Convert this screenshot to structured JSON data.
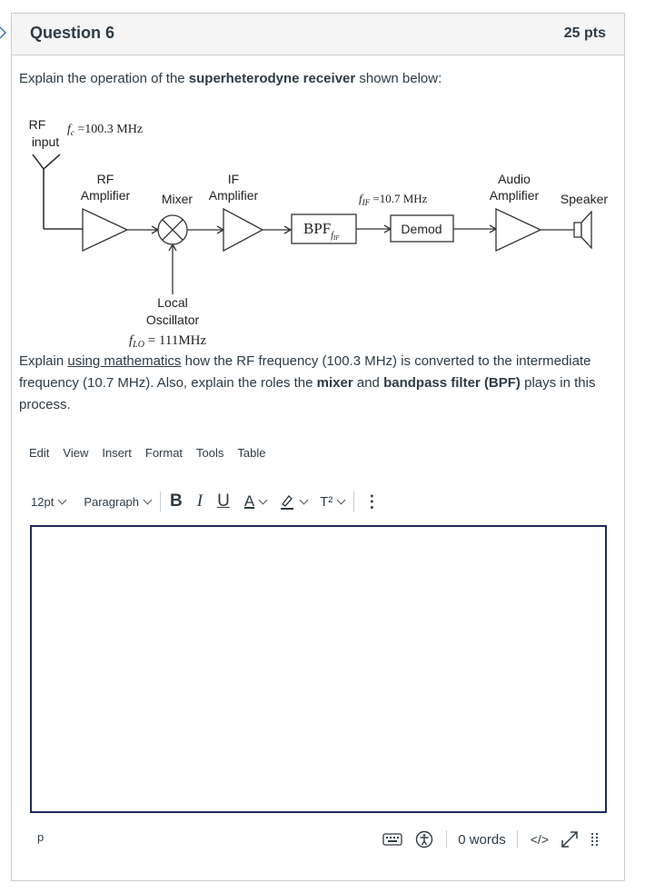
{
  "question": {
    "title": "Question 6",
    "points": "25 pts",
    "prompt_pre": "Explain the operation of the ",
    "prompt_bold": "superheterodyne receiver",
    "prompt_post": " shown below:",
    "p2_a": "Explain ",
    "p2_link": "using mathematics",
    "p2_b": " how the RF frequency (100.3 MHz) is converted to the intermediate frequency (10.7 MHz). Also, explain the roles the ",
    "p2_mixer": "mixer",
    "p2_c": " and ",
    "p2_bpf": "bandpass filter (BPF)",
    "p2_d": " plays in this process."
  },
  "diagram": {
    "rf_input_line1": "RF",
    "rf_input_line2": "input",
    "fc_label": "f",
    "fc_sub": "c",
    "fc_value": " =100.3 MHz",
    "rf_amp_line1": "RF",
    "rf_amp_line2": "Amplifier",
    "mixer": "Mixer",
    "if_amp_line1": "IF",
    "if_amp_line2": "Amplifier",
    "bpf": "BPF",
    "bpf_sub": "f",
    "bpf_subsub": "IF",
    "fif_label": "f",
    "fif_sub": "IF",
    "fif_value": " =10.7 MHz",
    "demod": "Demod",
    "audio_line1": "Audio",
    "audio_line2": "Amplifier",
    "speaker": "Speaker",
    "lo_line1": "Local",
    "lo_line2": "Oscillator",
    "flo_label": "f",
    "flo_sub": "LO",
    "flo_value": " = 111MHz"
  },
  "editor": {
    "menu": [
      "Edit",
      "View",
      "Insert",
      "Format",
      "Tools",
      "Table"
    ],
    "font_size": "12pt",
    "block_format": "Paragraph",
    "bold": "B",
    "italic": "I",
    "underline": "U",
    "text_color": "A",
    "superscript": "T²",
    "more": "⋮",
    "path": "p",
    "word_count": "0 words",
    "html_toggle": "</>"
  },
  "colors": {
    "accent": "#1f2c57",
    "border": "#c7cdd1",
    "header_bg": "#f5f5f5",
    "text": "#2d3b45"
  }
}
